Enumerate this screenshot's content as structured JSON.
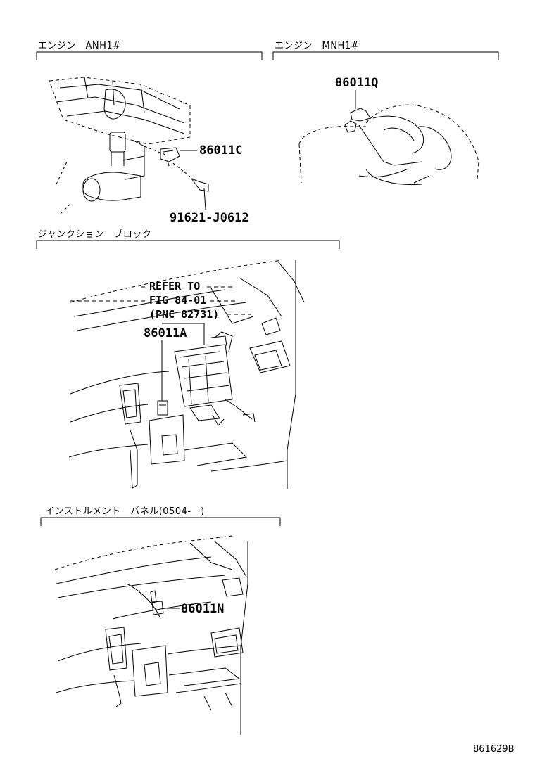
{
  "sections": {
    "engine_anh": {
      "title": "エンジン　ANH1#",
      "parts": [
        "86011C",
        "91621-J0612"
      ]
    },
    "engine_mnh": {
      "title": "エンジン　MNH1#",
      "parts": [
        "86011Q"
      ]
    },
    "junction_block": {
      "title": "ジャンクション　ブロック",
      "refer": [
        "REFER TO",
        "FIG 84-01",
        "(PNC 82731)"
      ],
      "parts": [
        "86011A"
      ]
    },
    "instrument_panel": {
      "title": "インストルメント　パネル(0504-　)",
      "parts": [
        "86011N"
      ]
    }
  },
  "figure_id": "861629B"
}
